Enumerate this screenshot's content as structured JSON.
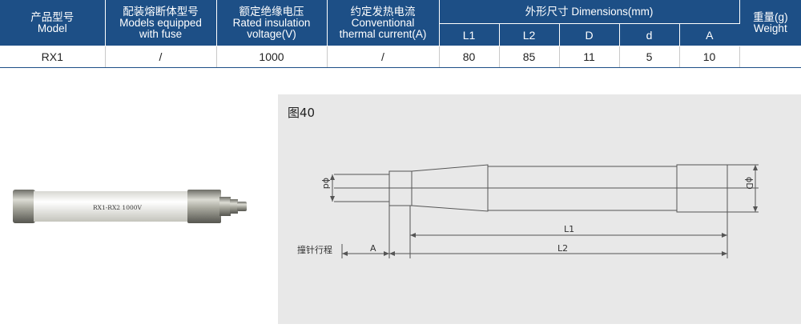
{
  "table": {
    "headers": {
      "model": {
        "zh": "产品型号",
        "en": "Model"
      },
      "fuse_model": {
        "zh": "配装熔断体型号",
        "en1": "Models equipped",
        "en2": "with fuse"
      },
      "voltage": {
        "zh": "额定绝缘电压",
        "en1": "Rated insulation",
        "en2": "voltage(V)"
      },
      "current": {
        "zh": "约定发热电流",
        "en1": "Conventional",
        "en2": "thermal current(A)"
      },
      "dimensions": "外形尺寸 Dimensions(mm)",
      "weight": {
        "zh": "重量(g)",
        "en": "Weight"
      },
      "dim_cols": [
        "L1",
        "L2",
        "D",
        "d",
        "A"
      ]
    },
    "rows": [
      {
        "model": "RX1",
        "fuse_model": "/",
        "voltage": "1000",
        "current": "/",
        "dims": [
          "80",
          "85",
          "11",
          "5",
          "10"
        ],
        "weight": ""
      }
    ]
  },
  "photo": {
    "print": "RX1-RX2 1000V"
  },
  "figure": {
    "label": "图40",
    "dims": {
      "d": "ϕd",
      "D": "ϕD",
      "L1": "L1",
      "L2": "L2",
      "A": "A",
      "stroke": "撞针行程"
    }
  }
}
